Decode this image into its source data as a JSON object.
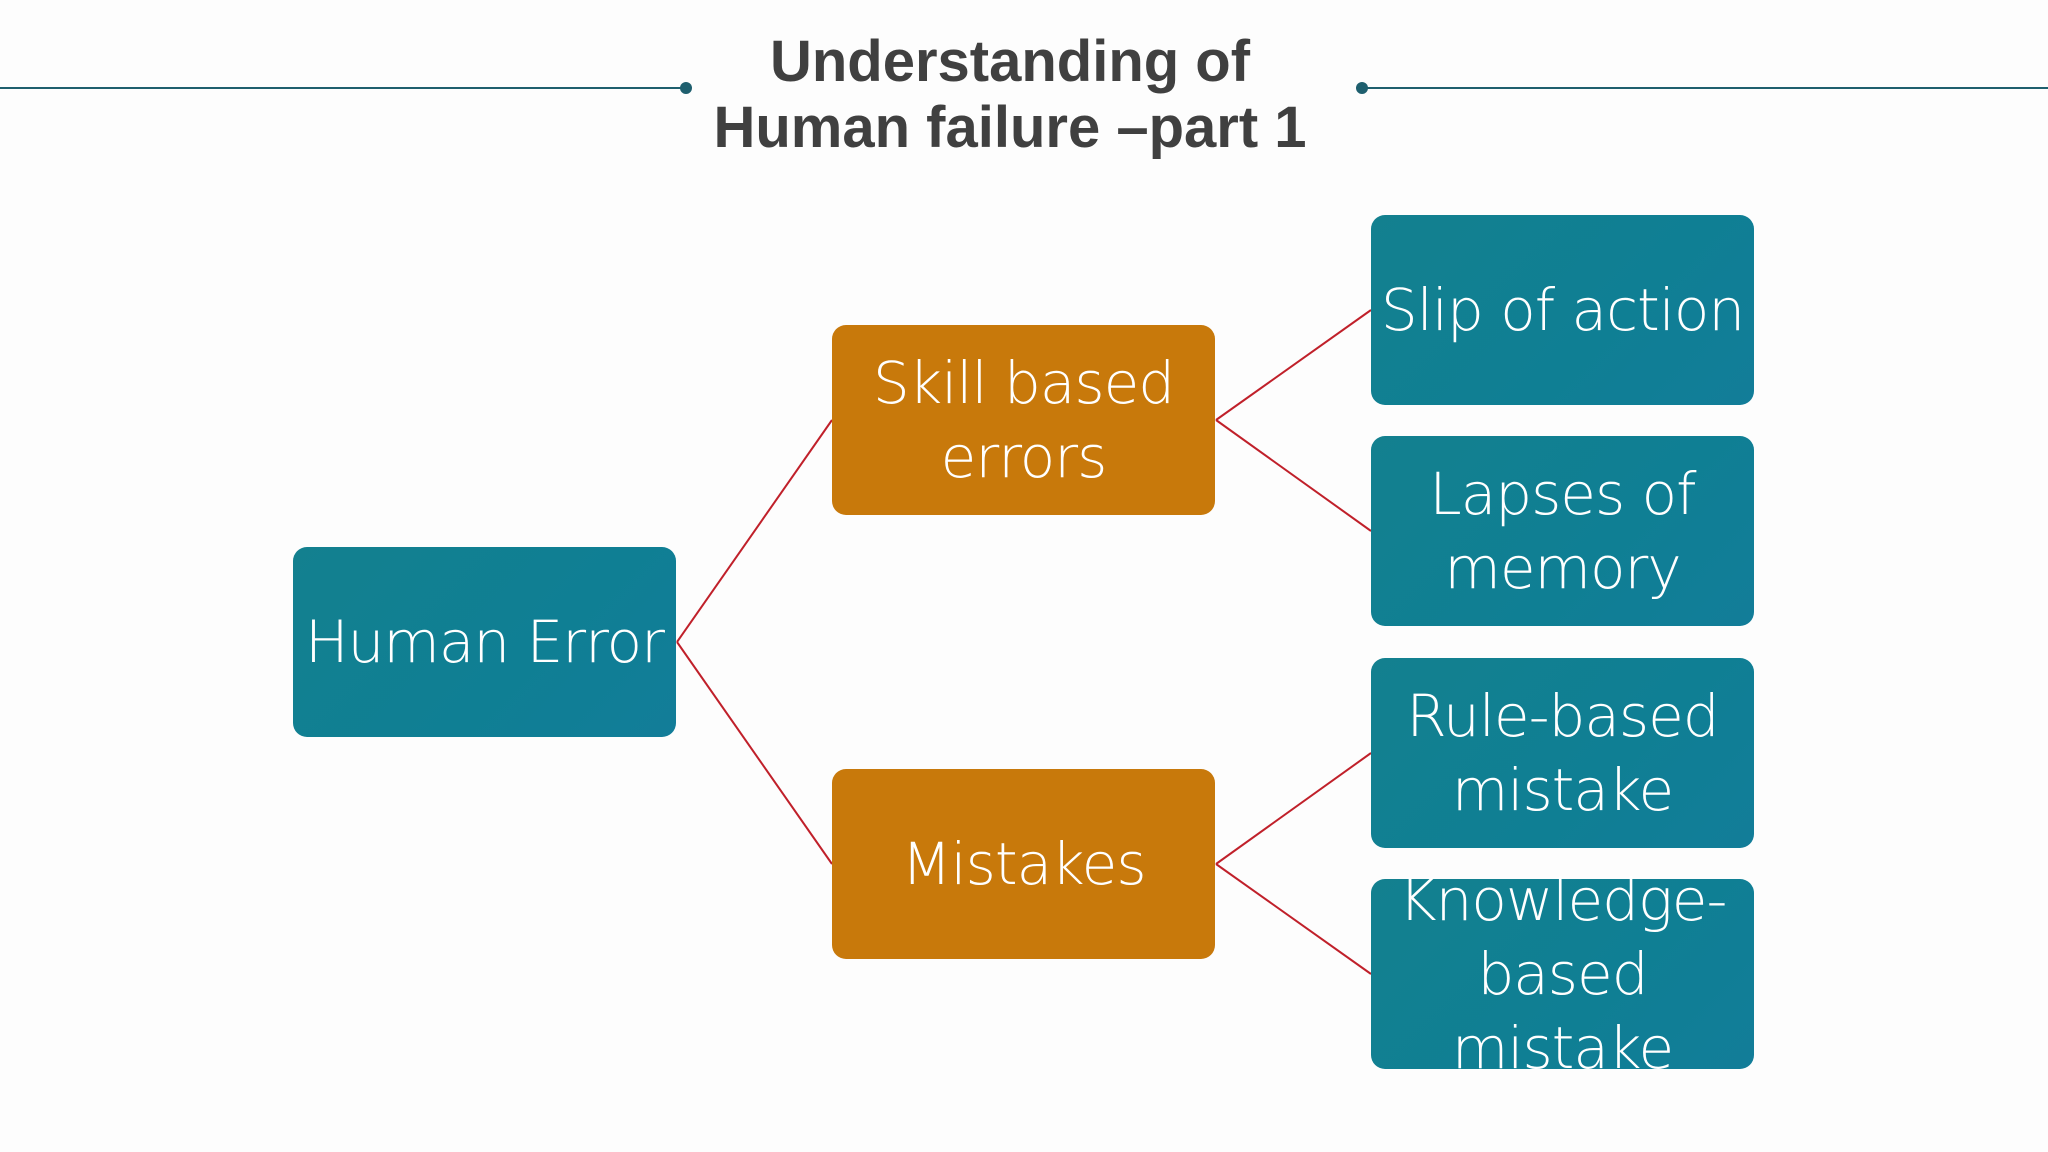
{
  "title": {
    "line1": "Understanding of",
    "line2": "Human failure –part 1"
  },
  "colors": {
    "title_text": "#404040",
    "rule": "#1e5f6e",
    "teal_box": "#0f7f94",
    "orange_box": "#c8790b",
    "connector": "#c0202a",
    "box_text": "#ffffff",
    "background": "#fdfdfd"
  },
  "diagram": {
    "root": {
      "label": "Human Error"
    },
    "categories": [
      {
        "label": "Skill based errors"
      },
      {
        "label": "Mistakes"
      }
    ],
    "leaves": [
      {
        "label": "Slip of action",
        "parent": "Skill based errors"
      },
      {
        "label": "Lapses of memory",
        "parent": "Skill based errors"
      },
      {
        "label": "Rule-based mistake",
        "parent": "Mistakes"
      },
      {
        "label": "Knowledge-based mistake",
        "parent": "Mistakes"
      }
    ]
  }
}
